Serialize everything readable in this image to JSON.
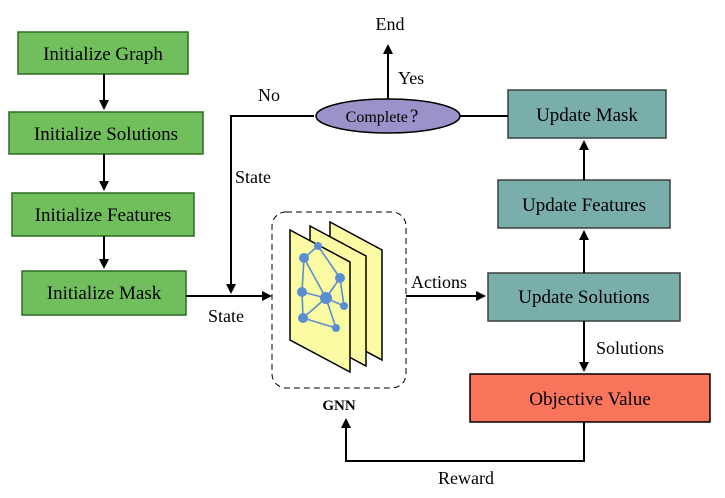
{
  "colors": {
    "green_fill": "#71bf5c",
    "green_stroke": "#2f6b22",
    "teal_fill": "#7aaeaa",
    "teal_stroke": "#39403f",
    "orange_fill": "#f8745a",
    "decision_fill": "#9a92c8",
    "gnn_layer_fill": "#fbfba4",
    "gnn_node_fill": "#5b8ed1"
  },
  "nodes": {
    "init_graph": "Initialize Graph",
    "init_solutions": "Initialize Solutions",
    "init_features": "Initialize Features",
    "init_mask": "Initialize Mask",
    "update_solutions": "Update Solutions",
    "update_features": "Update Features",
    "update_mask": "Update Mask",
    "objective_value": "Objective Value",
    "complete": "Complete",
    "complete_mark": "?",
    "gnn": "GNN"
  },
  "edge_labels": {
    "end": "End",
    "yes": "Yes",
    "no": "No",
    "state_top": "State",
    "state_bottom": "State",
    "actions": "Actions",
    "solutions": "Solutions",
    "reward": "Reward"
  }
}
